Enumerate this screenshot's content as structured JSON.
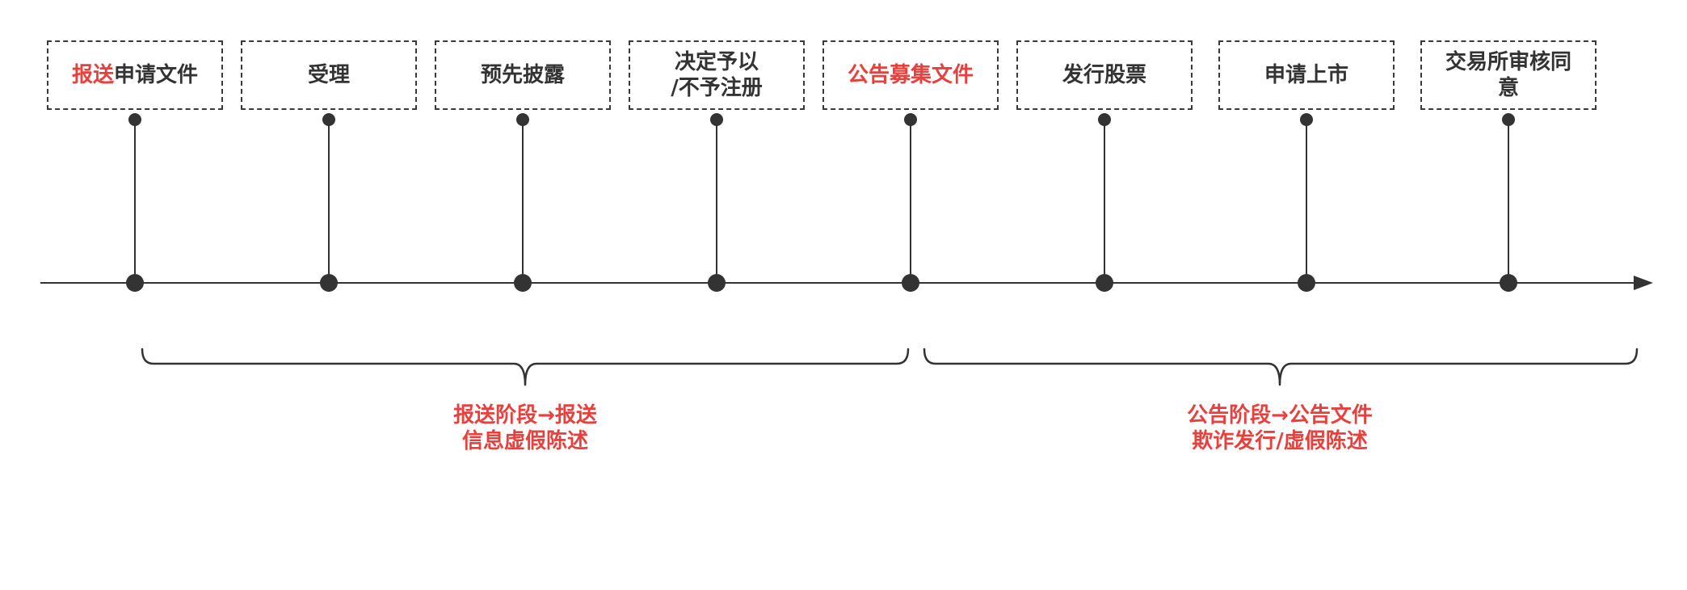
{
  "colors": {
    "line": "#333333",
    "dot": "#333333",
    "box_border": "#3a3a3a",
    "text": "#333333",
    "highlight": "#e8403c"
  },
  "stages": [
    {
      "highlight": "报送",
      "text": "申请文件"
    },
    {
      "highlight": "",
      "text": "受理"
    },
    {
      "highlight": "",
      "text": "预先披露"
    },
    {
      "highlight": "",
      "text": "决定予以\n/不予注册"
    },
    {
      "highlight": "公告募集文件",
      "text": ""
    },
    {
      "highlight": "",
      "text": "发行股票"
    },
    {
      "highlight": "",
      "text": "申请上市"
    },
    {
      "highlight": "",
      "text": "交易所审核同\n意"
    }
  ],
  "brackets": [
    {
      "label": "报送阶段→报送\n信息虚假陈述"
    },
    {
      "label": "公告阶段→公告文件\n欺诈发行/虚假陈述"
    }
  ]
}
